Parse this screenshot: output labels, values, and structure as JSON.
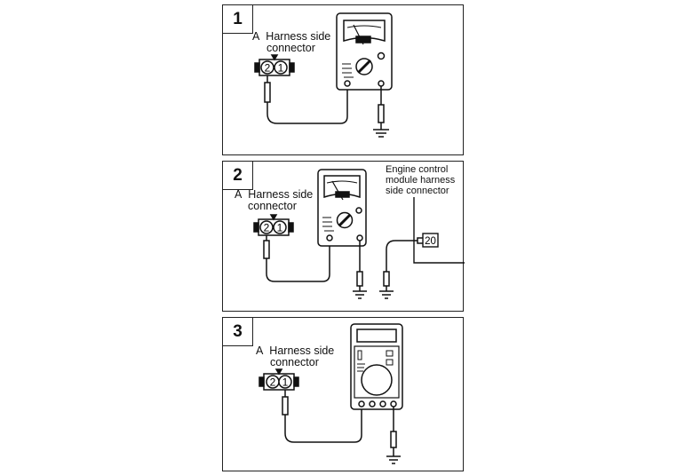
{
  "panels": [
    {
      "number": "1",
      "label_letter": "A",
      "label_line1": "Harness side",
      "label_line2": "connector",
      "pins": [
        "2",
        "1"
      ]
    },
    {
      "number": "2",
      "label_letter": "A",
      "label_line1": "Harness side",
      "label_line2": "connector",
      "pins": [
        "2",
        "1"
      ],
      "ecm_line1": "Engine control",
      "ecm_line2": "module harness",
      "ecm_line3": "side connector",
      "ecm_pin": "20"
    },
    {
      "number": "3",
      "label_letter": "A",
      "label_line1": "Harness side",
      "label_line2": "connector",
      "pins": [
        "2",
        "1"
      ]
    }
  ]
}
